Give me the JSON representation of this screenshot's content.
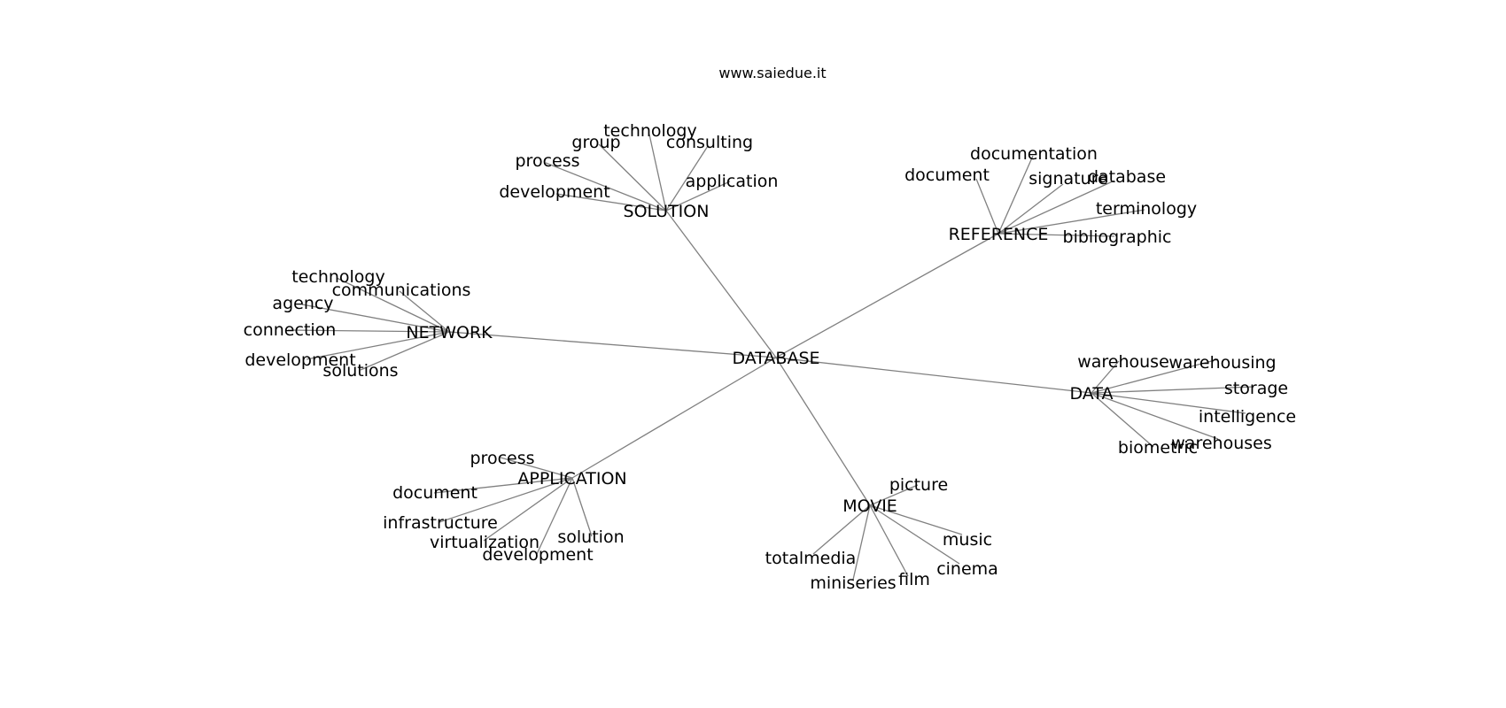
{
  "watermark": "www.saiedue.it",
  "colors": {
    "edge": "#808080",
    "text": "#000000",
    "background": "#ffffff"
  },
  "graph": {
    "root": "DATABASE",
    "clusters": [
      {
        "id": "solution",
        "label": "SOLUTION",
        "leaves": [
          "technology",
          "group",
          "consulting",
          "process",
          "application",
          "development"
        ]
      },
      {
        "id": "reference",
        "label": "REFERENCE",
        "leaves": [
          "documentation",
          "document",
          "signature",
          "database",
          "terminology",
          "bibliographic"
        ]
      },
      {
        "id": "network",
        "label": "NETWORK",
        "leaves": [
          "technology",
          "communications",
          "agency",
          "connection",
          "development",
          "solutions"
        ]
      },
      {
        "id": "data",
        "label": "DATA",
        "leaves": [
          "warehouse",
          "warehousing",
          "storage",
          "intelligence",
          "warehouses",
          "biometric"
        ]
      },
      {
        "id": "application",
        "label": "APPLICATION",
        "leaves": [
          "process",
          "document",
          "infrastructure",
          "virtualization",
          "solution",
          "development"
        ]
      },
      {
        "id": "movie",
        "label": "MOVIE",
        "leaves": [
          "picture",
          "music",
          "totalmedia",
          "cinema",
          "miniseries",
          "film"
        ]
      }
    ]
  }
}
